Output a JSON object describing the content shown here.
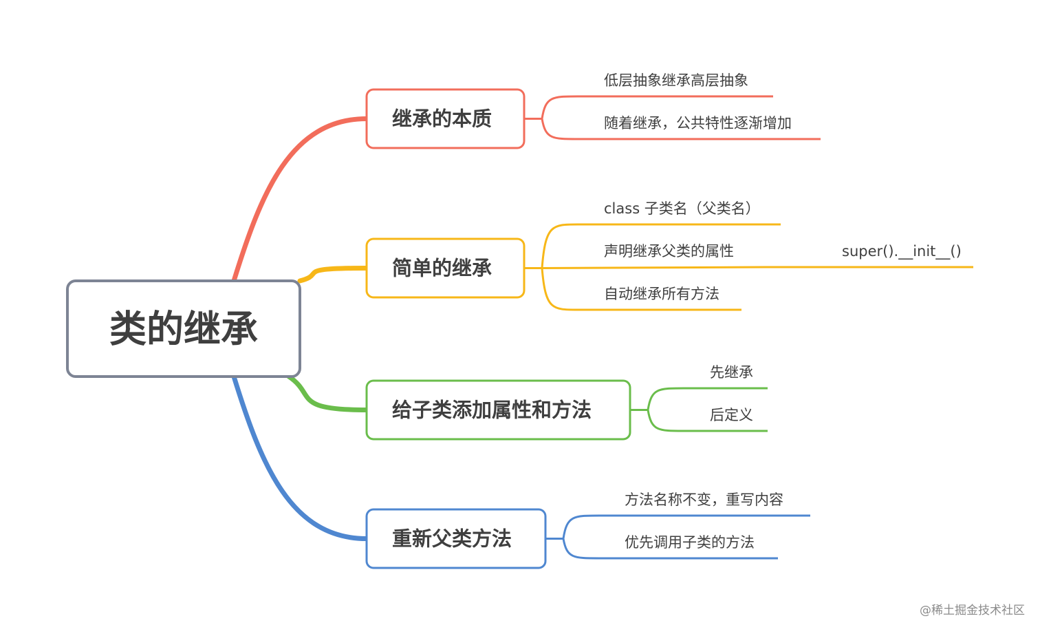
{
  "root": {
    "label": "类的继承",
    "color": "#7d8494"
  },
  "branches": [
    {
      "label": "继承的本质",
      "color": "#f26d5b",
      "leaves": [
        {
          "label": "低层抽象继承高层抽象",
          "children": []
        },
        {
          "label": "随着继承，公共特性逐渐增加",
          "children": []
        }
      ]
    },
    {
      "label": "简单的继承",
      "color": "#f7b718",
      "leaves": [
        {
          "label": "class 子类名（父类名）",
          "children": []
        },
        {
          "label": "声明继承父类的属性",
          "children": [
            "super().__init__()"
          ]
        },
        {
          "label": "自动继承所有方法",
          "children": []
        }
      ]
    },
    {
      "label": "给子类添加属性和方法",
      "color": "#6abd4b",
      "leaves": [
        {
          "label": "先继承",
          "children": []
        },
        {
          "label": "后定义",
          "children": []
        }
      ]
    },
    {
      "label": "重新父类方法",
      "color": "#4f87d0",
      "leaves": [
        {
          "label": "方法名称不变，重写内容",
          "children": []
        },
        {
          "label": "优先调用子类的方法",
          "children": []
        }
      ]
    }
  ],
  "watermark": "@稀土掘金技术社区"
}
